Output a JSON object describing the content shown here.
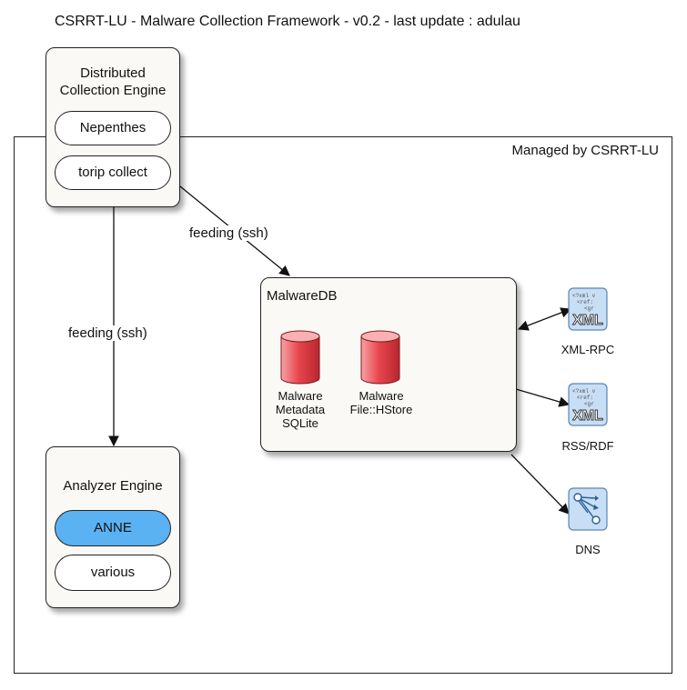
{
  "title": "CSRRT-LU - Malware Collection Framework - v0.2 - last update : adulau",
  "managed_frame": {
    "label": "Managed by CSRRT-LU"
  },
  "collection_engine": {
    "title_line1": "Distributed",
    "title_line2": "Collection Engine",
    "items": [
      "Nepenthes",
      "torip collect"
    ]
  },
  "analyzer_engine": {
    "title": "Analyzer Engine",
    "items": [
      "ANNE",
      "various"
    ],
    "highlight_color": "#5ab2f3"
  },
  "malwaredb": {
    "title": "MalwareDB",
    "stores": [
      {
        "lines": [
          "Malware",
          "Metadata",
          "SQLite"
        ]
      },
      {
        "lines": [
          "Malware",
          "File::HStore"
        ]
      }
    ],
    "store_color": "#e8474f"
  },
  "edges": {
    "feeding_right": "feeding (ssh)",
    "feeding_down": "feeding (ssh)"
  },
  "services": [
    {
      "label": "XML-RPC",
      "icon": "xml-document-icon",
      "glyph": "XML"
    },
    {
      "label": "RSS/RDF",
      "icon": "xml-document-icon",
      "glyph": "XML"
    },
    {
      "label": "DNS",
      "icon": "network-graph-icon"
    }
  ]
}
